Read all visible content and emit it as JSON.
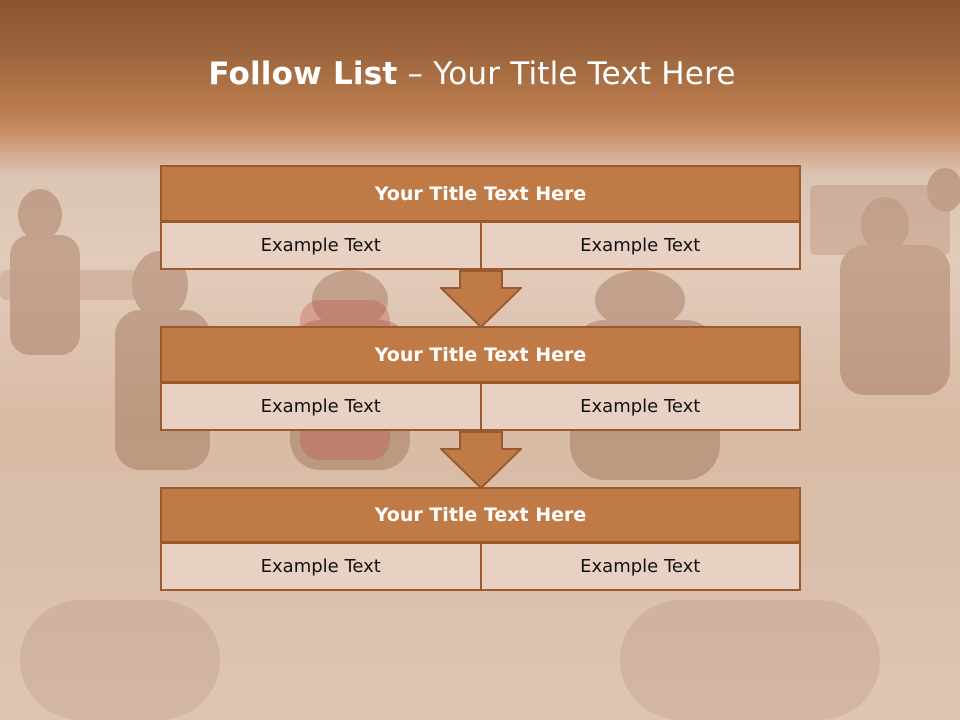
{
  "slide": {
    "title_bold": "Follow List",
    "title_rest": " – Your Title Text Here"
  },
  "steps": [
    {
      "title": "Your Title Text Here",
      "left": "Example Text",
      "right": "Example Text"
    },
    {
      "title": "Your Title Text Here",
      "left": "Example Text",
      "right": "Example Text"
    },
    {
      "title": "Your Title Text Here",
      "left": "Example Text",
      "right": "Example Text"
    }
  ],
  "colors": {
    "header_fill": "#c07a46",
    "border": "#9a5a2e",
    "cell_fill": "#e8d0c3"
  }
}
